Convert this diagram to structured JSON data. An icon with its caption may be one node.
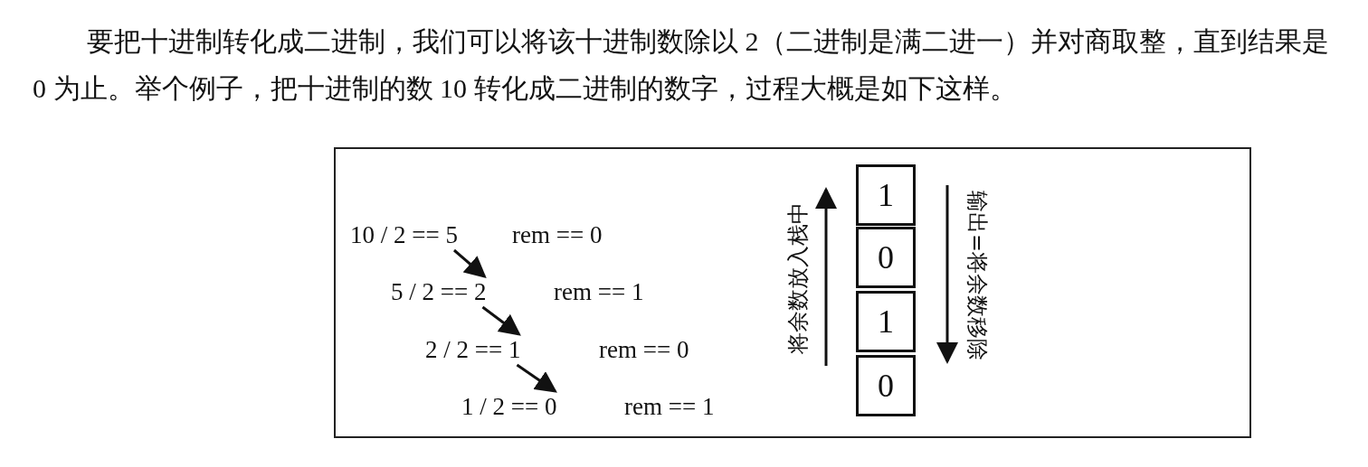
{
  "diagram": {
    "nodes": [
      {
        "text": [
          "10 / 2 == 5"
        ],
        "beside": [
          "rem == 0"
        ]
      },
      {
        "text": [
          "5 / 2 == 2"
        ],
        "beside": [
          "rem == 1"
        ]
      },
      {
        "text": [
          "2 / 2 == 1"
        ],
        "beside": [
          "rem == 0"
        ]
      },
      {
        "text": [
          "1 / 2 == 0"
        ],
        "beside": [
          "rem == 1"
        ]
      },
      {
        "text": [
          "1"
        ]
      },
      {
        "text": [
          "0"
        ]
      },
      {
        "text": [
          "1"
        ]
      },
      {
        "text": [
          "0"
        ]
      }
    ],
    "edges": [
      {
        "from": 0,
        "to": 1,
        "arrow": "to"
      },
      {
        "from": 1,
        "to": 2,
        "arrow": "to"
      },
      {
        "from": 2,
        "to": 3,
        "arrow": "to"
      }
    ],
    "labels": [
      "要把十进制转化成二进制，我们可以将该十进制数除以 2（二进制是满二进一）并对商取整，直到结果是 0 为止。举个例子，把十进制的数 10 转化成二进制的数字，过程大概是如下这样。",
      "将余数放入栈中",
      "输出=将余数移除"
    ]
  }
}
